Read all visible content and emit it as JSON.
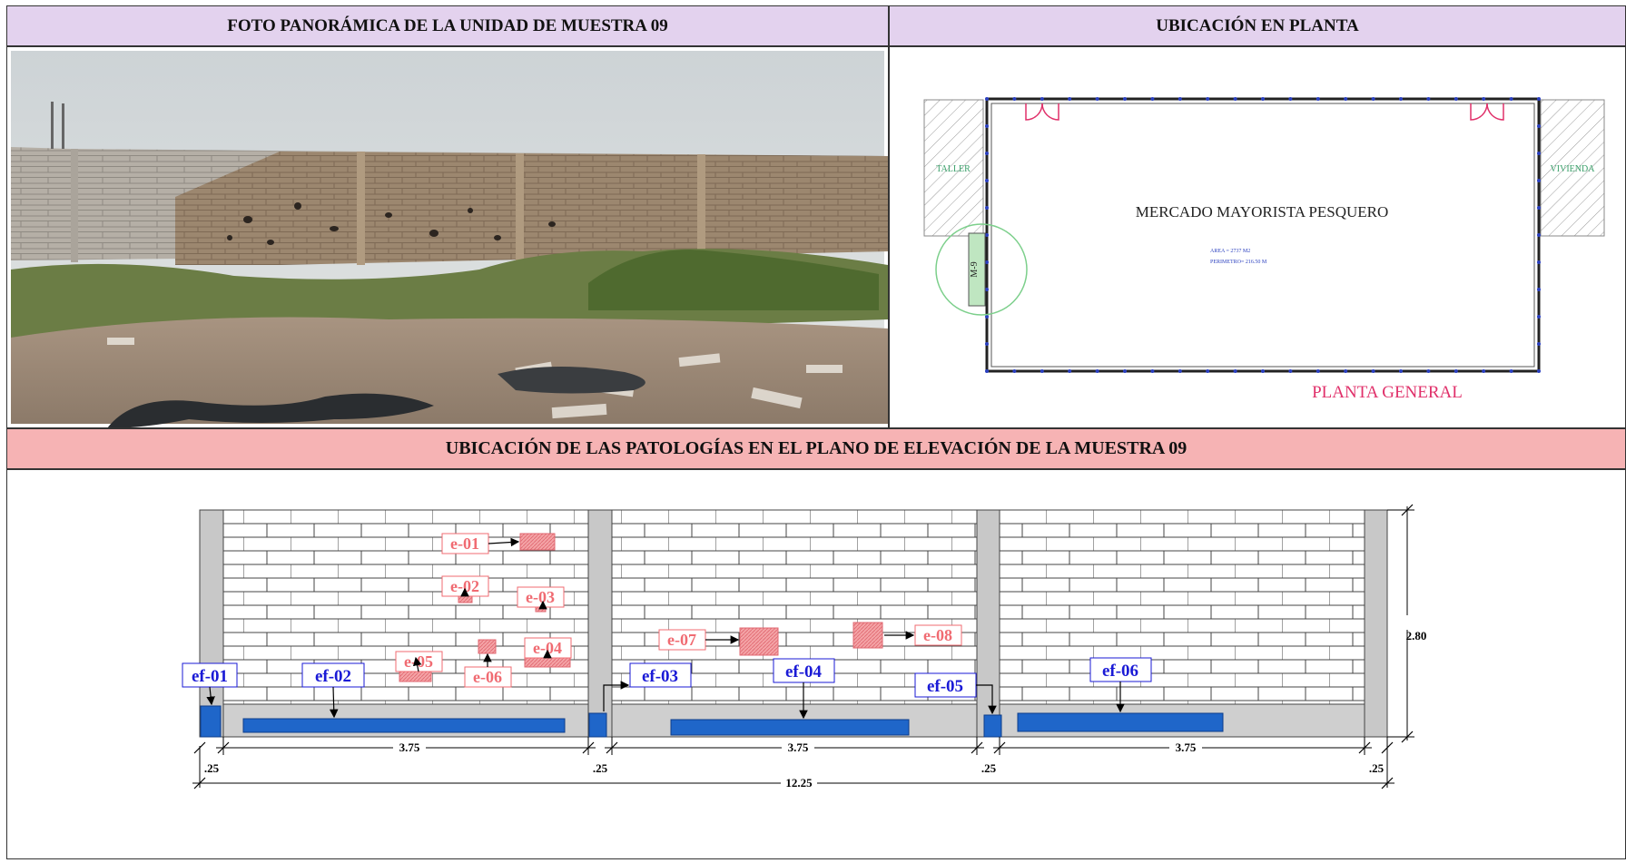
{
  "headers": {
    "photo": "FOTO PANORÁMICA DE LA UNIDAD DE MUESTRA 09",
    "plan": "UBICACIÓN EN PLANTA",
    "elevation": "UBICACIÓN DE LAS PATOLOGÍAS EN EL PLANO DE ELEVACIÓN DE LA MUESTRA 09"
  },
  "plan": {
    "title": "MERCADO MAYORISTA PESQUERO",
    "area": "AREA = 2737 M2",
    "perimeter": "PERIMETRO= 216.50 M",
    "left_neighbor": "TALLER",
    "right_neighbor": "VIVIENDA",
    "sample_tag": "M-9",
    "footer": "PLANTA GENERAL"
  },
  "elevation": {
    "erosion_labels": [
      "e-01",
      "e-02",
      "e-03",
      "e-04",
      "e-05",
      "e-06",
      "e-07",
      "e-08"
    ],
    "efflorescence_labels": [
      "ef-01",
      "ef-02",
      "ef-03",
      "ef-04",
      "ef-05",
      "ef-06"
    ],
    "dimensions": {
      "panel": "3.75",
      "column": ".25",
      "total": "12.25",
      "height": "2.80"
    }
  },
  "colors": {
    "header_purple": "#e3d2ee",
    "header_pink": "#f6b3b4",
    "erosion": "#f08a8e",
    "efflorescence": "#1f66c9",
    "column": "#c8c8c8"
  }
}
